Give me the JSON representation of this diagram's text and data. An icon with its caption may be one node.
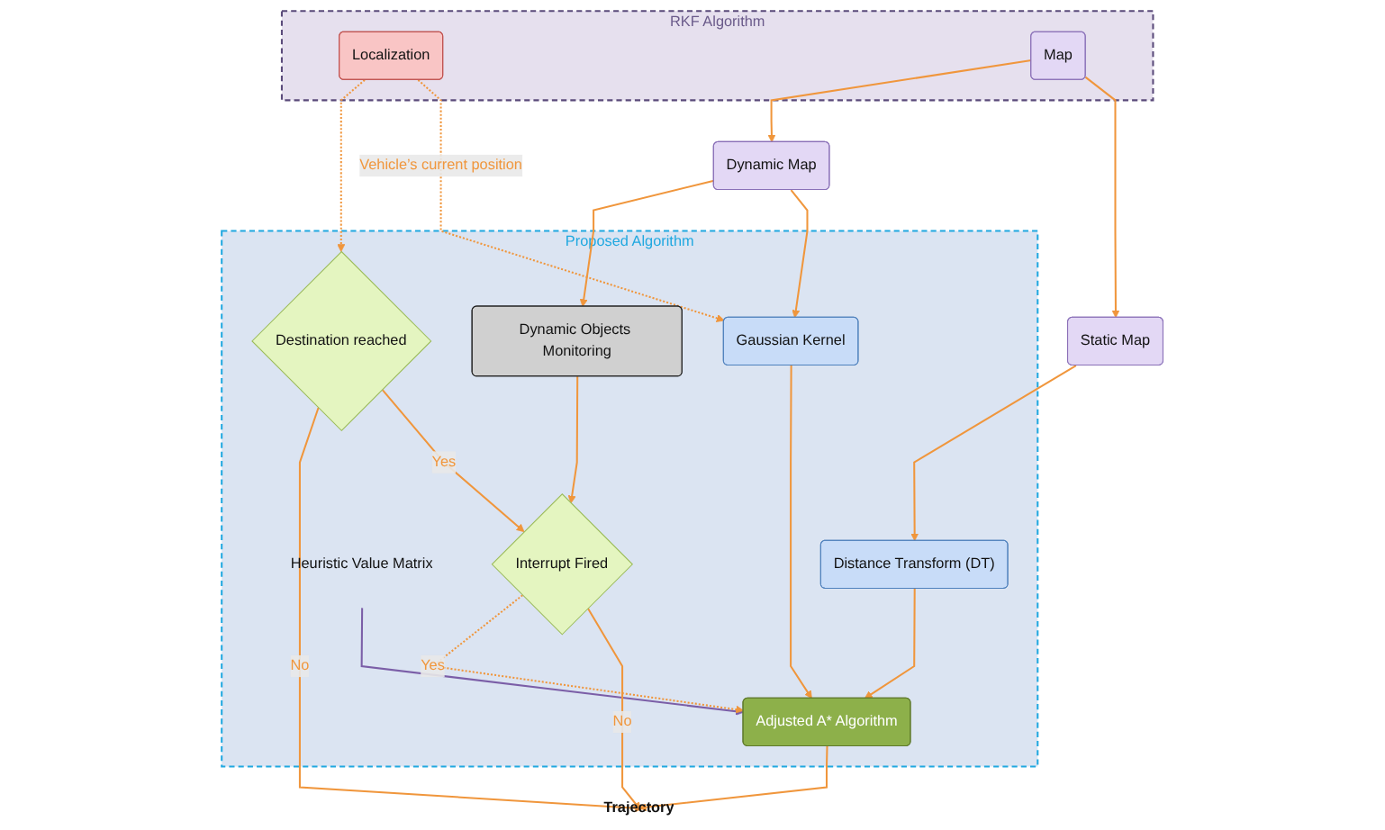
{
  "diagram": {
    "nodes": [
      {
        "text": [
          "RKF Algorithm"
        ]
      },
      {
        "text": [
          "Localization"
        ],
        "in": 0
      },
      {
        "text": [
          "Map"
        ],
        "in": 0
      },
      {
        "text": [
          "Static Map"
        ]
      },
      {
        "text": [
          "Dynamic Map"
        ]
      },
      {
        "text": [
          "Proposed Algorithm"
        ]
      },
      {
        "text": [
          "Distance Transform (DT)"
        ],
        "in": 5
      },
      {
        "text": [
          "Gaussian Kernel"
        ],
        "in": 5
      },
      {
        "text": [
          "Heuristic Value Matrix"
        ],
        "in": 5
      },
      {
        "text": [
          "Adjusted A* Algorithm"
        ],
        "in": 5
      },
      {
        "text": [
          "Destination reached"
        ],
        "in": 5
      },
      {
        "text": [
          "Dynamic Objects Monitoring"
        ],
        "in": 5
      },
      {
        "text": [
          "Interrupt Fired"
        ],
        "in": 5
      },
      {
        "text": [
          "Trajectory"
        ]
      }
    ],
    "edges": [
      {
        "from": 2,
        "to": 3,
        "arrow": "to"
      },
      {
        "from": 2,
        "to": 4,
        "arrow": "to"
      },
      {
        "from": 3,
        "to": 6,
        "arrow": "to"
      },
      {
        "from": 4,
        "to": 7,
        "arrow": "to"
      },
      {
        "from": 1,
        "to": 7,
        "arrow": "to",
        "style": "dashed",
        "label": "Vehicle’s current position"
      },
      {
        "from": 1,
        "to": 10,
        "arrow": "to",
        "style": "dashed"
      },
      {
        "from": 6,
        "to": 9,
        "arrow": "to"
      },
      {
        "from": 7,
        "to": 9,
        "arrow": "to"
      },
      {
        "from": 8,
        "to": 9,
        "arrow": "to",
        "color": "#7b5ea7"
      },
      {
        "from": 4,
        "to": 11,
        "arrow": "to"
      },
      {
        "from": 10,
        "to": 12,
        "arrow": "to",
        "label": "Yes"
      },
      {
        "from": 11,
        "to": 12,
        "arrow": "to"
      },
      {
        "from": 10,
        "to": 13,
        "arrow": "to",
        "label": "No"
      },
      {
        "from": 12,
        "to": 13,
        "arrow": "to",
        "label": "No"
      },
      {
        "from": 9,
        "to": 13,
        "arrow": "to"
      },
      {
        "from": 12,
        "to": 9,
        "arrow": "to",
        "style": "dashed",
        "label": "Yes"
      }
    ]
  }
}
